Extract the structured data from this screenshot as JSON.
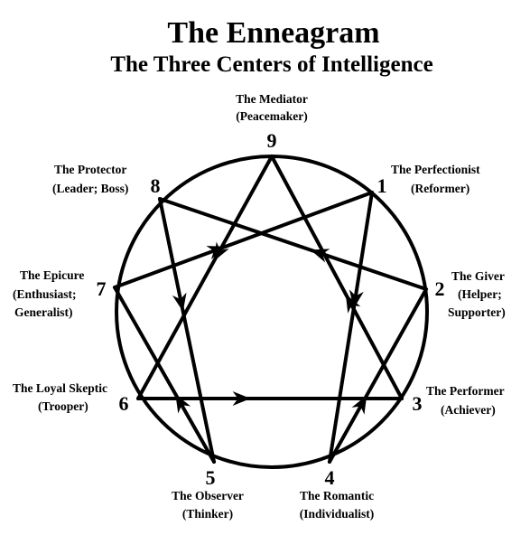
{
  "title": "The Enneagram",
  "subtitle": "The Three Centers of Intelligence",
  "colors": {
    "ink": "#000000",
    "background": "#ffffff"
  },
  "points": [
    {
      "number": "9",
      "name": "The Mediator",
      "alias": "(Peacemaker)"
    },
    {
      "number": "1",
      "name": "The Perfectionist",
      "alias": "(Reformer)"
    },
    {
      "number": "2",
      "name": "The Giver",
      "alias": "(Helper;",
      "alias2": "Supporter)"
    },
    {
      "number": "3",
      "name": "The Performer",
      "alias": "(Achiever)"
    },
    {
      "number": "4",
      "name": "The Romantic",
      "alias": "(Individualist)"
    },
    {
      "number": "5",
      "name": "The Observer",
      "alias": "(Thinker)"
    },
    {
      "number": "6",
      "name": "The Loyal Skeptic",
      "alias": "(Trooper)"
    },
    {
      "number": "7",
      "name": "The Epicure",
      "alias": "(Enthusiast;",
      "alias2": "Generalist)"
    },
    {
      "number": "8",
      "name": "The Protector",
      "alias": "(Leader; Boss)"
    }
  ],
  "connections": [
    {
      "from": "1",
      "to": "4"
    },
    {
      "from": "4",
      "to": "2"
    },
    {
      "from": "2",
      "to": "8"
    },
    {
      "from": "8",
      "to": "5"
    },
    {
      "from": "5",
      "to": "7"
    },
    {
      "from": "7",
      "to": "1"
    },
    {
      "from": "3",
      "to": "9"
    },
    {
      "from": "9",
      "to": "6"
    },
    {
      "from": "6",
      "to": "3"
    }
  ]
}
